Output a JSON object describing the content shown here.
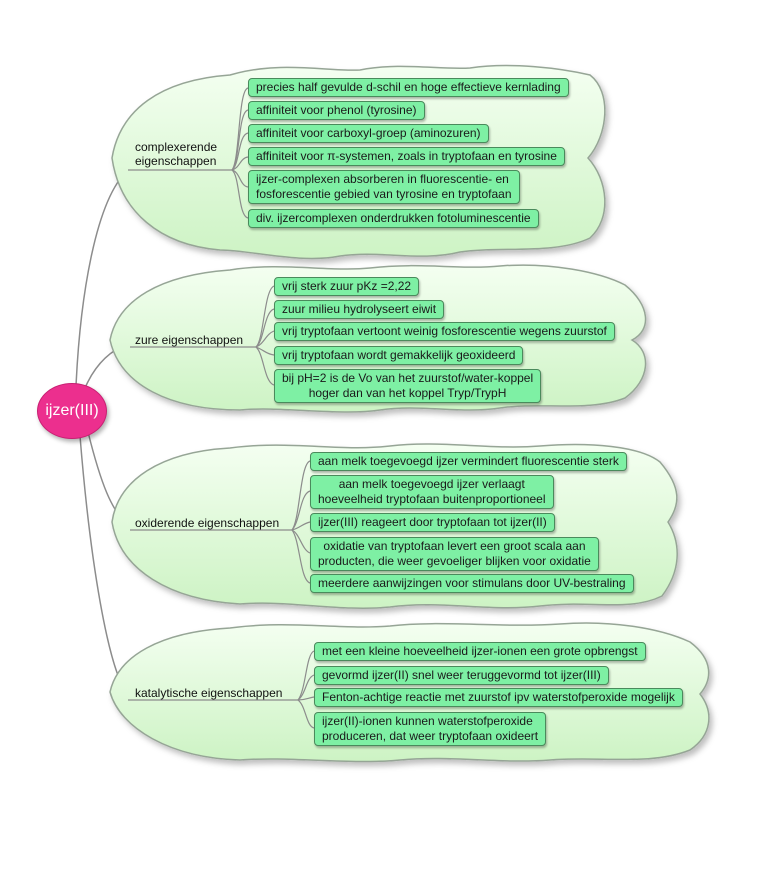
{
  "root": {
    "label": "ijzer(III)",
    "color": "#ec2f8e"
  },
  "colors": {
    "cloud_fill": "#d9f7d2",
    "cloud_stroke": "#96a596",
    "leaf_fill": "#7ef0a4",
    "connector": "#8c8c8c"
  },
  "branches": [
    {
      "label": "complexerende eigenschappen",
      "label_lines": [
        "complexerende",
        "eigenschappen"
      ],
      "items": [
        {
          "text": "precies half gevulde d-schil en hoge effectieve kernlading"
        },
        {
          "text": "affiniteit voor phenol (tyrosine)"
        },
        {
          "text": "affiniteit voor carboxyl-groep (aminozuren)"
        },
        {
          "text": "affiniteit voor π-systemen, zoals in tryptofaan en tyrosine"
        },
        {
          "lines": [
            "ijzer-complexen absorberen in fluorescentie- en",
            "fosforescentie gebied van tyrosine en tryptofaan"
          ]
        },
        {
          "text": "div. ijzercomplexen onderdrukken fotoluminescentie"
        }
      ]
    },
    {
      "label": "zure eigenschappen",
      "items": [
        {
          "text": "vrij sterk zuur pKz =2,22"
        },
        {
          "text": "zuur milieu hydrolyseert eiwit"
        },
        {
          "text": "vrij tryptofaan vertoont weinig fosforescentie wegens zuurstof"
        },
        {
          "text": "vrij tryptofaan wordt gemakkelijk geoxideerd"
        },
        {
          "lines": [
            "bij pH=2 is de Vo van het zuurstof/water-koppel",
            "hoger dan van het koppel Tryp/TrypH"
          ]
        }
      ]
    },
    {
      "label": "oxiderende eigenschappen",
      "items": [
        {
          "text": "aan melk toegevoegd ijzer vermindert fluorescentie sterk"
        },
        {
          "lines": [
            "aan melk toegevoegd ijzer verlaagt",
            "hoeveelheid tryptofaan buitenproportioneel"
          ]
        },
        {
          "text": "ijzer(III) reageert door tryptofaan tot ijzer(II)"
        },
        {
          "lines": [
            "oxidatie van tryptofaan levert een groot scala aan",
            "producten, die weer gevoeliger blijken voor oxidatie"
          ]
        },
        {
          "text": "meerdere aanwijzingen voor stimulans door UV-bestraling"
        }
      ]
    },
    {
      "label": "katalytische eigenschappen",
      "items": [
        {
          "text": "met een kleine hoeveelheid ijzer-ionen een grote opbrengst"
        },
        {
          "text": "gevormd ijzer(II) snel weer teruggevormd tot ijzer(III)"
        },
        {
          "text": "Fenton-achtige reactie met zuurstof ipv waterstofperoxide mogelijk"
        },
        {
          "lines": [
            "ijzer(II)-ionen kunnen waterstofperoxide",
            "produceren, dat weer tryptofaan oxideert"
          ]
        }
      ]
    }
  ]
}
